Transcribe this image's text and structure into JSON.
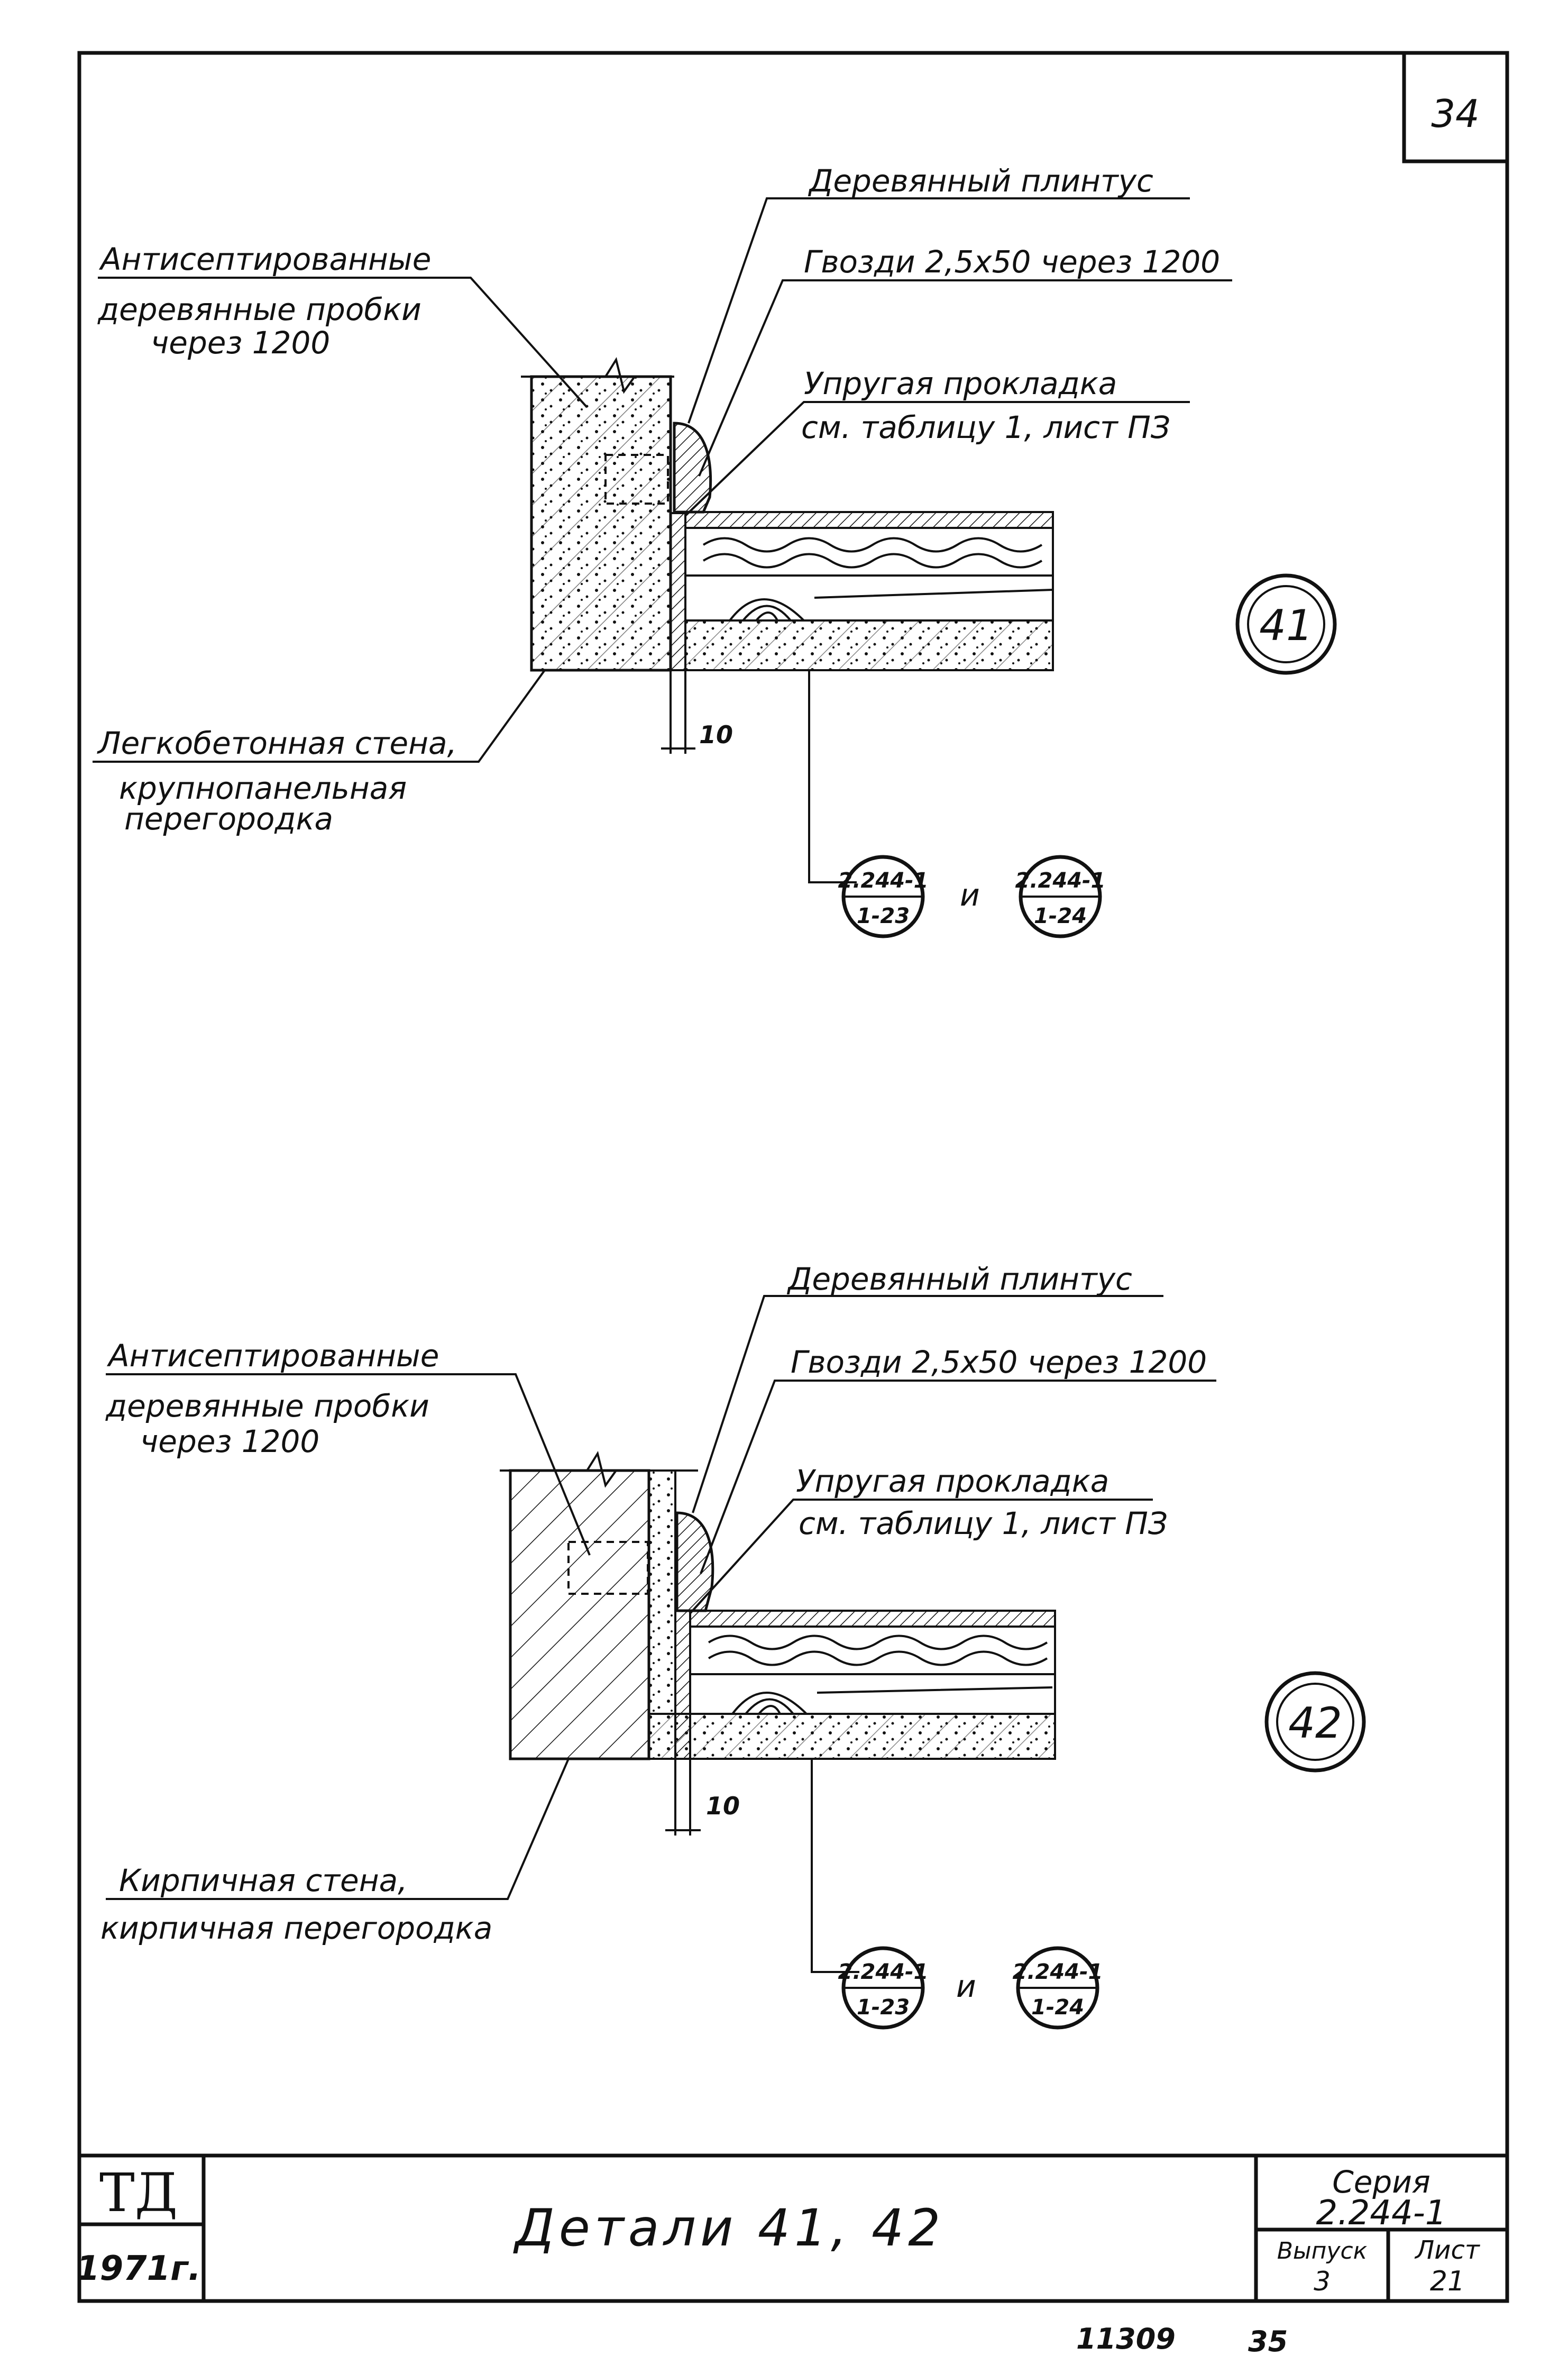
{
  "page_number": "34",
  "detail_41": {
    "marker": "41",
    "label_baseboard": "Деревянный плинтус",
    "label_nails": "Гвозди 2,5х50 через 1200",
    "label_pad_line1": "Упругая прокладка",
    "label_pad_line2": "см. таблицу 1, лист ПЗ",
    "label_plugs_line1": "Антисептированные",
    "label_plugs_line2": "деревянные пробки",
    "label_plugs_line3": "через 1200",
    "label_wall_line1": "Легкобетонная стена,",
    "label_wall_line2": "крупнопанельная",
    "label_wall_line3": "перегородка",
    "dimension": "10",
    "ref_a_top": "2.244-1",
    "ref_a_bottom": "1-23",
    "ref_and": "и",
    "ref_b_top": "2.244-1",
    "ref_b_bottom": "1-24"
  },
  "detail_42": {
    "marker": "42",
    "label_baseboard": "Деревянный плинтус",
    "label_nails": "Гвозди 2,5х50 через 1200",
    "label_pad_line1": "Упругая прокладка",
    "label_pad_line2": "см. таблицу 1, лист ПЗ",
    "label_plugs_line1": "Антисептированные",
    "label_plugs_line2": "деревянные пробки",
    "label_plugs_line3": "через 1200",
    "label_wall_line1": "Кирпичная стена,",
    "label_wall_line2": "кирпичная перегородка",
    "dimension": "10",
    "ref_a_top": "2.244-1",
    "ref_a_bottom": "1-23",
    "ref_and": "и",
    "ref_b_top": "2.244-1",
    "ref_b_bottom": "1-24"
  },
  "title_block": {
    "stamp": "ТД",
    "year": "1971г.",
    "title": "Детали 41, 42",
    "series_label": "Серия",
    "series_value": "2.244-1",
    "issue_label": "Выпуск",
    "issue_value": "3",
    "sheet_label": "Лист",
    "sheet_value": "21"
  },
  "footer": {
    "code": "11309",
    "page": "35"
  }
}
